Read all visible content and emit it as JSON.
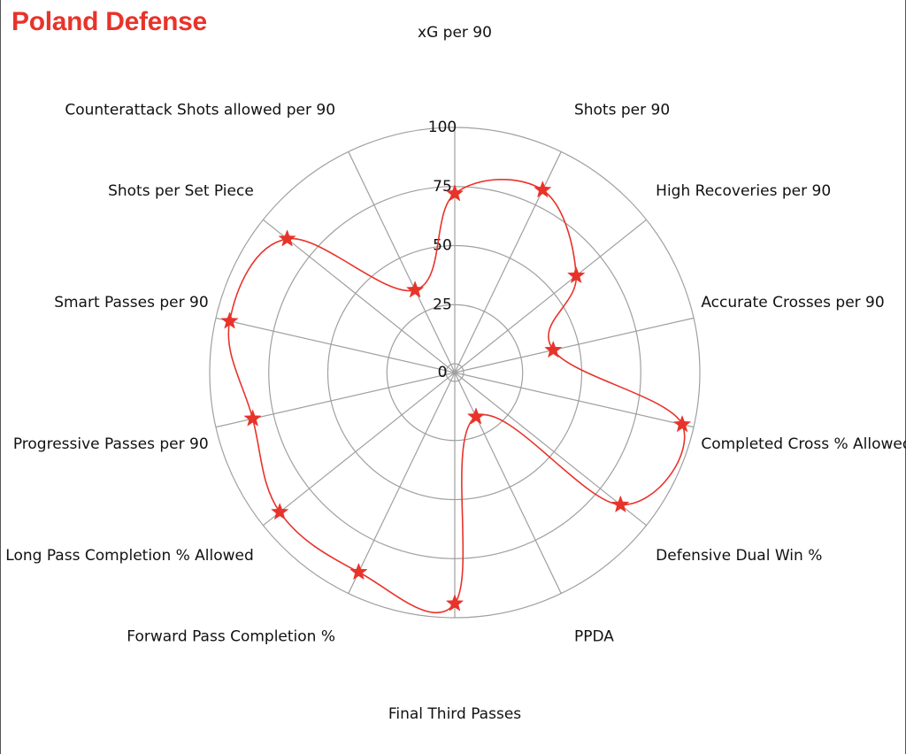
{
  "chart_data": {
    "type": "radar",
    "title": "Poland Defense",
    "title_color": "#e8332a",
    "series_color": "#e8332a",
    "grid_color": "#a0a0a0",
    "marker": "star",
    "rlim": [
      0,
      100
    ],
    "ticks": [
      "0",
      "25",
      "50",
      "75",
      "100"
    ],
    "tick_values": [
      0,
      25,
      50,
      75,
      100
    ],
    "categories": [
      "xG per 90",
      "Shots per 90",
      "High Recoveries per 90",
      "Accurate Crosses per 90",
      "Completed Cross % Allowed",
      "Defensive Dual Win %",
      "PPDA",
      "Final Third Passes",
      "Forward Pass Completion %",
      "Long Pass Completion % Allowed",
      "Progressive Passes per 90",
      "Smart Passes per 90",
      "Shots per Set Piece",
      "Counterattack Shots allowed per 90"
    ],
    "series": [
      {
        "values": [
          72,
          82,
          62,
          39,
          95,
          86,
          17,
          94,
          90,
          91,
          84,
          94,
          87,
          35
        ]
      }
    ]
  }
}
